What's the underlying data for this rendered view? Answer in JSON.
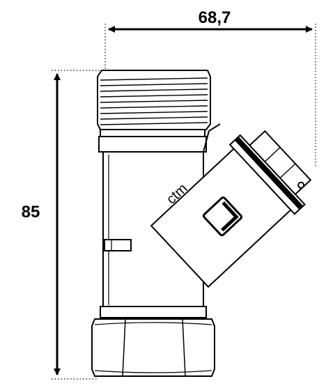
{
  "dimensions": {
    "width_label": "68,7",
    "height_label": "85"
  },
  "product": {
    "logo_text": "ctm"
  },
  "colors": {
    "stroke": "#000000",
    "fill": "#ffffff"
  }
}
